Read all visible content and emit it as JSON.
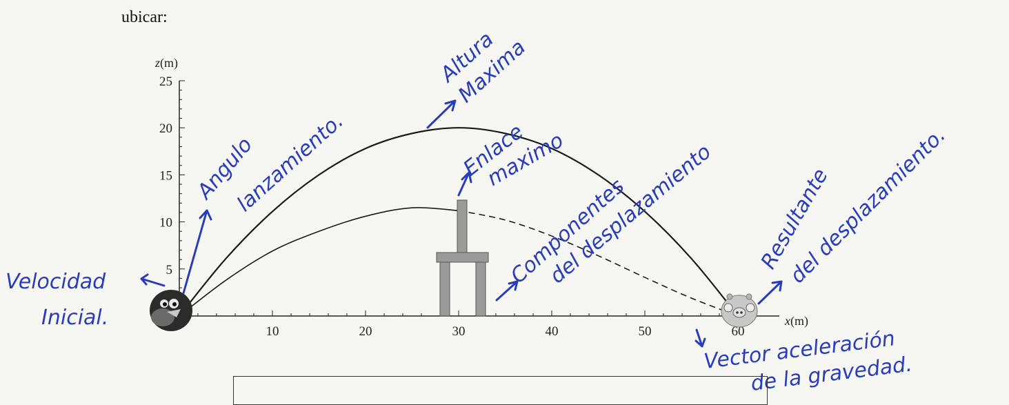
{
  "document": {
    "intro_text": "ubicar:"
  },
  "chart_data": {
    "type": "line",
    "x_axis": {
      "label": "x(m)",
      "min": 0,
      "max": 62,
      "ticks": [
        10,
        20,
        30,
        40,
        50,
        60
      ]
    },
    "y_axis": {
      "label": "z(m)",
      "min": 0,
      "max": 25,
      "ticks": [
        5,
        10,
        15,
        20,
        25
      ]
    },
    "series": [
      {
        "style": "solid",
        "x": [
          0,
          5,
          10,
          15,
          20,
          25,
          30,
          35,
          40,
          45,
          50,
          55,
          60
        ],
        "y": [
          0,
          6.1,
          11.1,
          15.0,
          17.8,
          19.4,
          20.0,
          19.4,
          17.8,
          15.0,
          11.1,
          6.1,
          0
        ]
      },
      {
        "style": "solid-then-dashed",
        "dash_from_x": 30,
        "x": [
          0,
          5,
          10,
          15,
          20,
          25,
          30,
          35,
          40,
          45,
          50,
          55,
          60
        ],
        "y": [
          0,
          3.8,
          6.9,
          9.0,
          10.6,
          11.5,
          11.2,
          10.2,
          8.5,
          6.4,
          4.1,
          1.9,
          0
        ]
      }
    ],
    "grid": false
  },
  "annotations": {
    "velocidad_inicial_1": "Velocidad",
    "velocidad_inicial_2": "Inicial.",
    "angulo_1": "Angulo",
    "angulo_2": "lanzamiento.",
    "altura_1": "Altura",
    "altura_2": "Maxima",
    "enlace_1": "Enlace",
    "enlace_2": "maximo",
    "componentes_1": "Componentes",
    "componentes_2": "del desplazamiento",
    "resultante_1": "Resultante",
    "resultante_2": "del desplazamiento.",
    "vector_1": "Vector aceleración",
    "vector_2": "de la gravedad."
  },
  "colors": {
    "ink": "#2a3db8",
    "curve": "#1a1a1a",
    "tower": "#8a8a8a"
  },
  "icons": [
    "bird-icon",
    "pig-icon",
    "tower-icon"
  ]
}
